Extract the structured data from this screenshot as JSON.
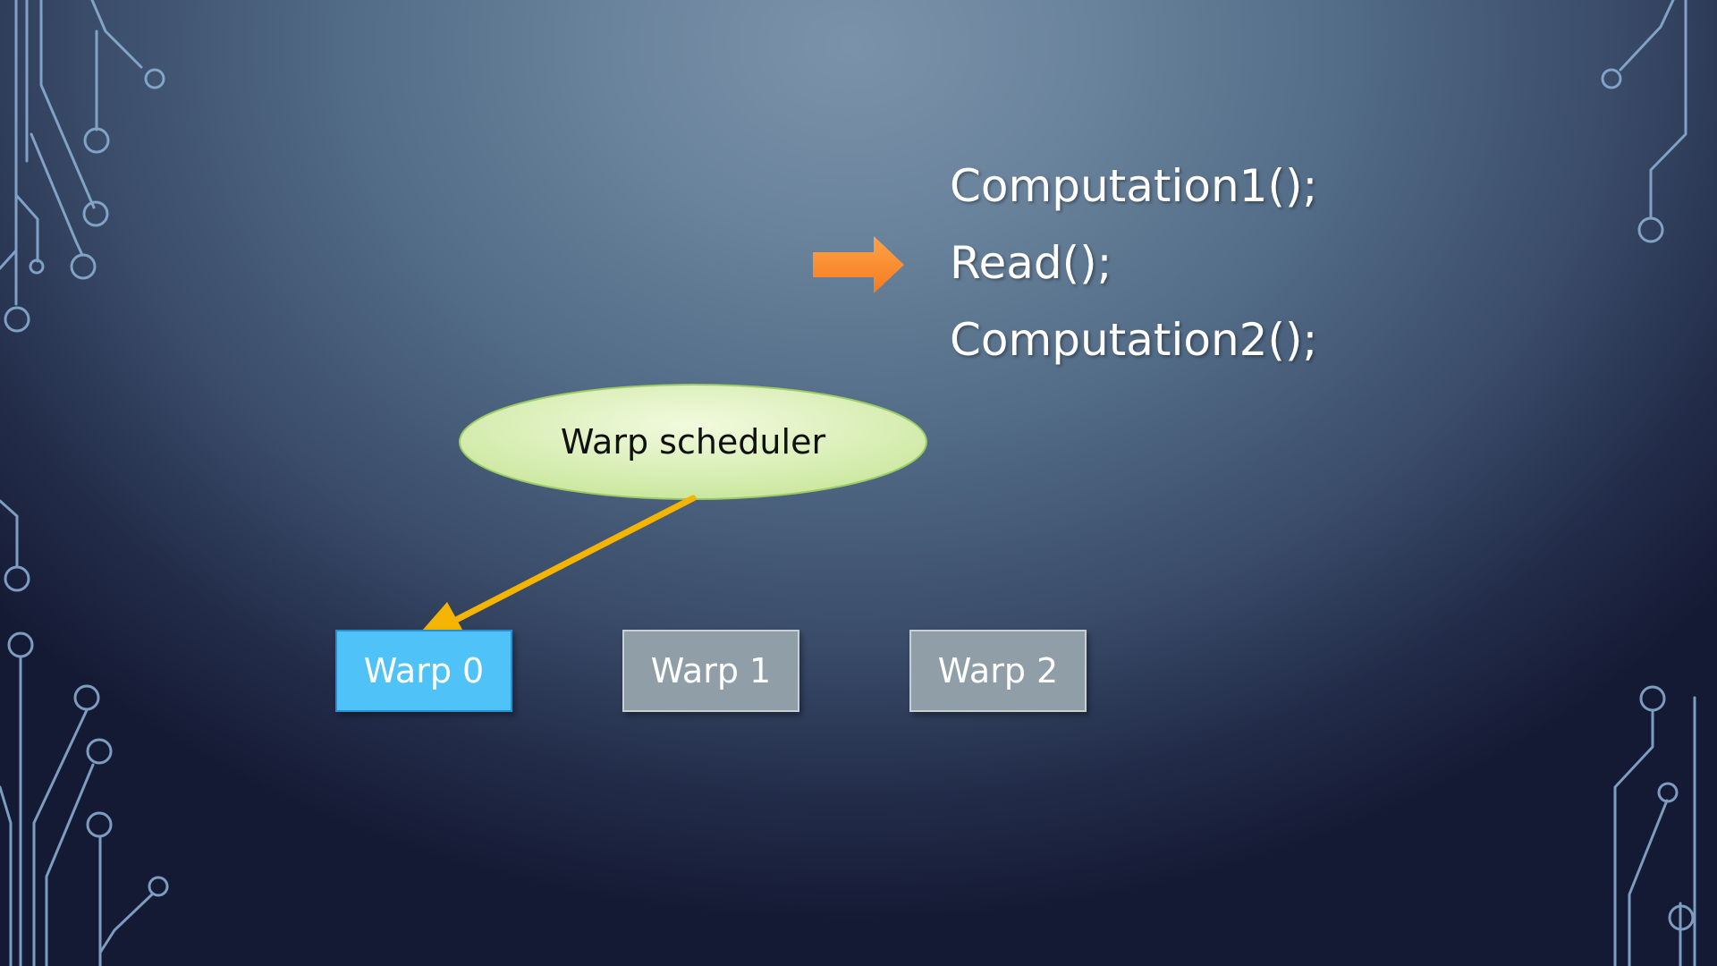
{
  "code": {
    "lines": [
      "Computation1();",
      "Read();",
      "Computation2();"
    ],
    "active_line": 1
  },
  "scheduler": {
    "label": "Warp scheduler"
  },
  "warps": [
    {
      "label": "Warp 0",
      "state": "active"
    },
    {
      "label": "Warp 1",
      "state": "inactive"
    },
    {
      "label": "Warp 2",
      "state": "inactive"
    }
  ],
  "colors": {
    "active_warp_fill": "#4fc3f7",
    "active_warp_border": "#2a8fd0",
    "inactive_warp_fill": "#909ea8",
    "inactive_warp_border": "#c8d0d6",
    "scheduler_fill_center": "#f2fadf",
    "scheduler_fill_edge": "#c8e69a",
    "scheduler_border": "#9ccc65",
    "pointer_arrow": "#f7941d",
    "scheduler_arrow": "#f5b400",
    "circuit_lines": "#8fb3d9"
  }
}
